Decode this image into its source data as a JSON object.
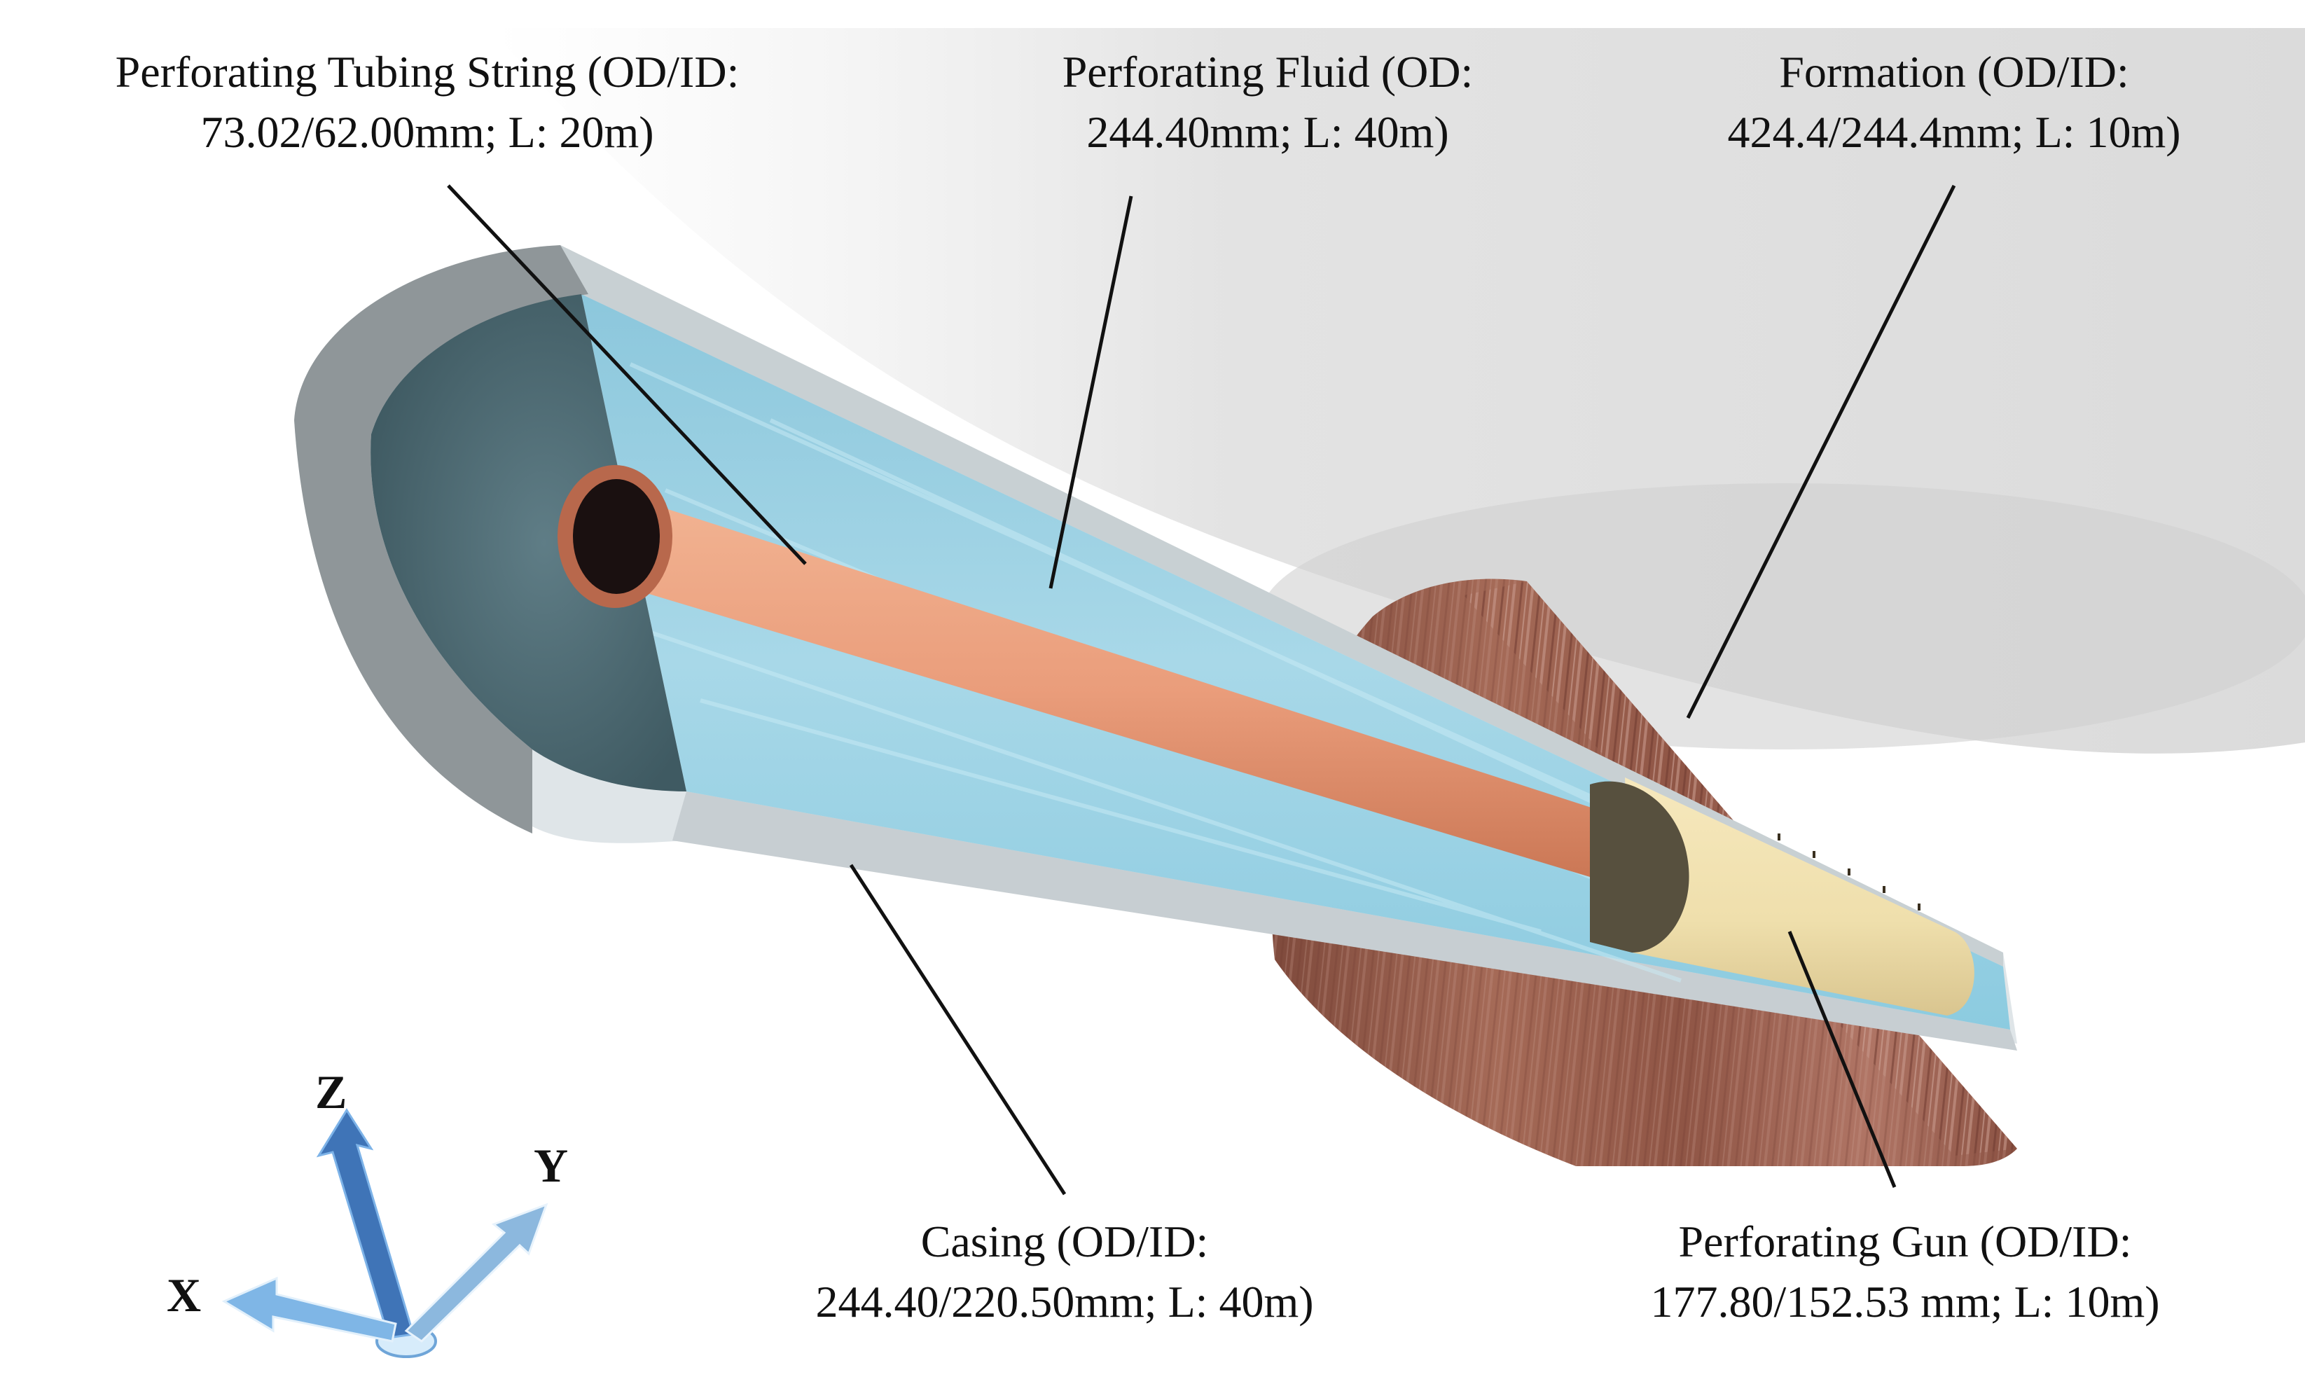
{
  "labels": {
    "tubing": {
      "line1": "Perforating Tubing String (OD/ID:",
      "line2": "73.02/62.00mm; L: 20m)"
    },
    "fluid": {
      "line1": "Perforating Fluid (OD:",
      "line2": "244.40mm; L: 40m)"
    },
    "formation": {
      "line1": "Formation (OD/ID:",
      "line2": "424.4/244.4mm; L: 10m)"
    },
    "casing": {
      "line1": "Casing (OD/ID:",
      "line2": "244.40/220.50mm; L: 40m)"
    },
    "gun": {
      "line1": "Perforating Gun (OD/ID:",
      "line2": "177.80/152.53 mm; L: 10m)"
    }
  },
  "axes": {
    "x": "X",
    "y": "Y",
    "z": "Z"
  },
  "colors": {
    "fluid": "#9fd3e6",
    "casing": "#d9dfe2",
    "tubing": "#eb9e7c",
    "gun": "#f1e2b0",
    "formation": "#9c6150",
    "axis": "#5f97d4"
  }
}
